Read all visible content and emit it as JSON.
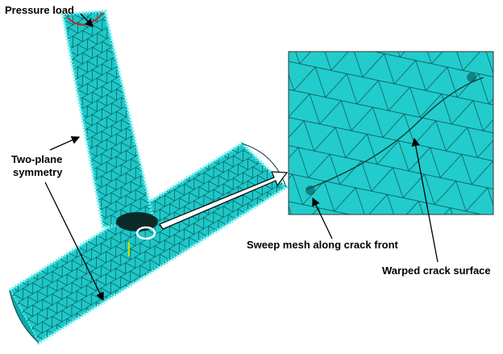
{
  "labels": {
    "pressure_load": "Pressure load",
    "symmetry_line1": "Two-plane",
    "symmetry_line2": "symmetry",
    "sweep_mesh": "Sweep mesh along crack front",
    "warped_crack": "Warped crack surface"
  },
  "colors": {
    "mesh_fill": "#1ec8c8",
    "mesh_line": "#0a3c3c",
    "boundary": "#5ff0f0",
    "pressure": "#c0282a"
  }
}
